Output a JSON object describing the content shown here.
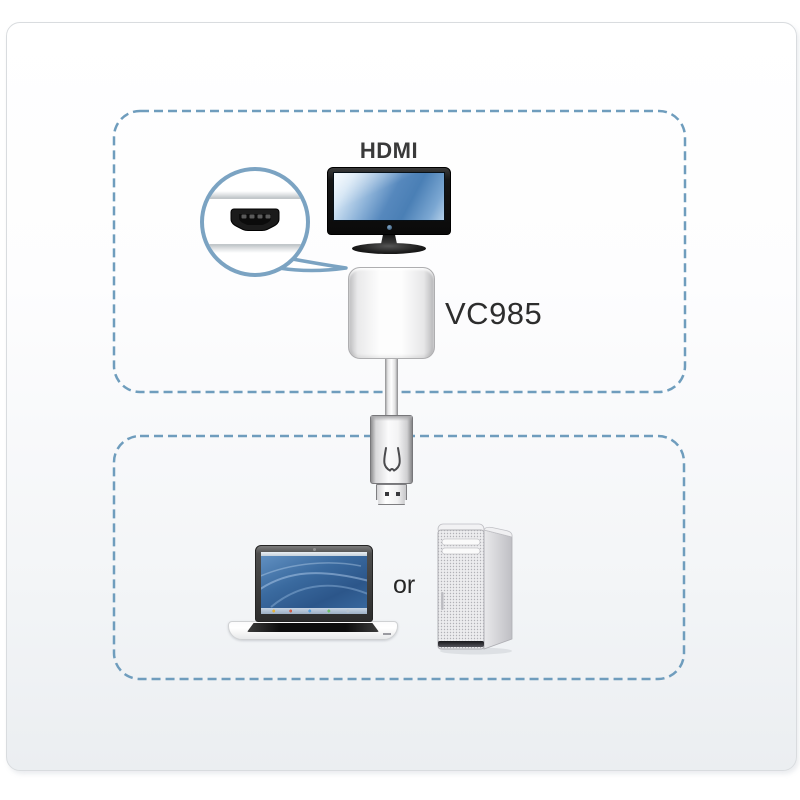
{
  "diagram": {
    "display_section": {
      "interface_label": "HDMI",
      "device_model": "VC985"
    },
    "source_section": {
      "alternative_label": "or"
    }
  },
  "colors": {
    "dashed_border": "#6f9dbd",
    "callout_border": "#7ba3c2",
    "panel_border": "#d9dcdf",
    "label_text": "#3a3a3a"
  },
  "icons": {
    "display": "hdmi-display-icon",
    "port_callout": "hdmi-port-magnifier-icon",
    "adapter": "adapter-body-icon",
    "connector": "displayport-connector-icon",
    "laptop": "laptop-icon",
    "tower": "desktop-tower-icon"
  }
}
